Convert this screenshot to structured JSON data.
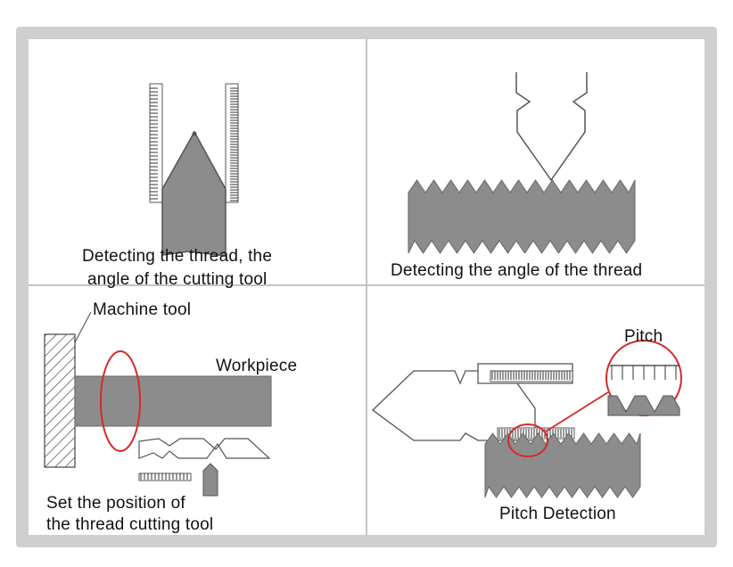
{
  "panels": {
    "top_left": {
      "caption_line1": "Detecting the thread, the",
      "caption_line2": "angle of the cutting tool"
    },
    "top_right": {
      "caption": "Detecting the angle of the thread"
    },
    "bottom_left": {
      "label_machine_tool": "Machine tool",
      "label_workpiece": "Workpiece",
      "caption_line1": "Set the position of",
      "caption_line2": "the thread cutting tool"
    },
    "bottom_right": {
      "label_pitch": "Pitch",
      "caption": "Pitch Detection"
    }
  },
  "colors": {
    "frame": "#cfcfcf",
    "divider": "#c4c4c4",
    "metal": "#8c8c8c",
    "outline": "#555555",
    "highlight": "#d22b2b"
  }
}
